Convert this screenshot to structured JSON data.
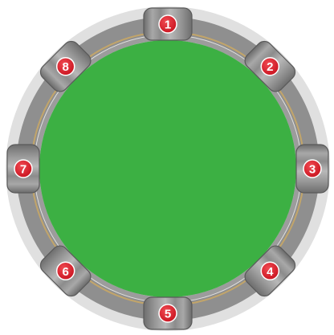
{
  "diagram": {
    "colors": {
      "outer_ring": "#dcdcdc",
      "rail": "#8a8a8a",
      "track": "#b9a36e",
      "field": "#3cb043",
      "segment_dark": "#6b6b6b",
      "segment_light": "#b5b5b5",
      "badge": "#d81e2a",
      "badge_text": "#ffffff"
    },
    "segments": [
      {
        "label": "1"
      },
      {
        "label": "2"
      },
      {
        "label": "3"
      },
      {
        "label": "4"
      },
      {
        "label": "5"
      },
      {
        "label": "6"
      },
      {
        "label": "7"
      },
      {
        "label": "8"
      }
    ]
  }
}
